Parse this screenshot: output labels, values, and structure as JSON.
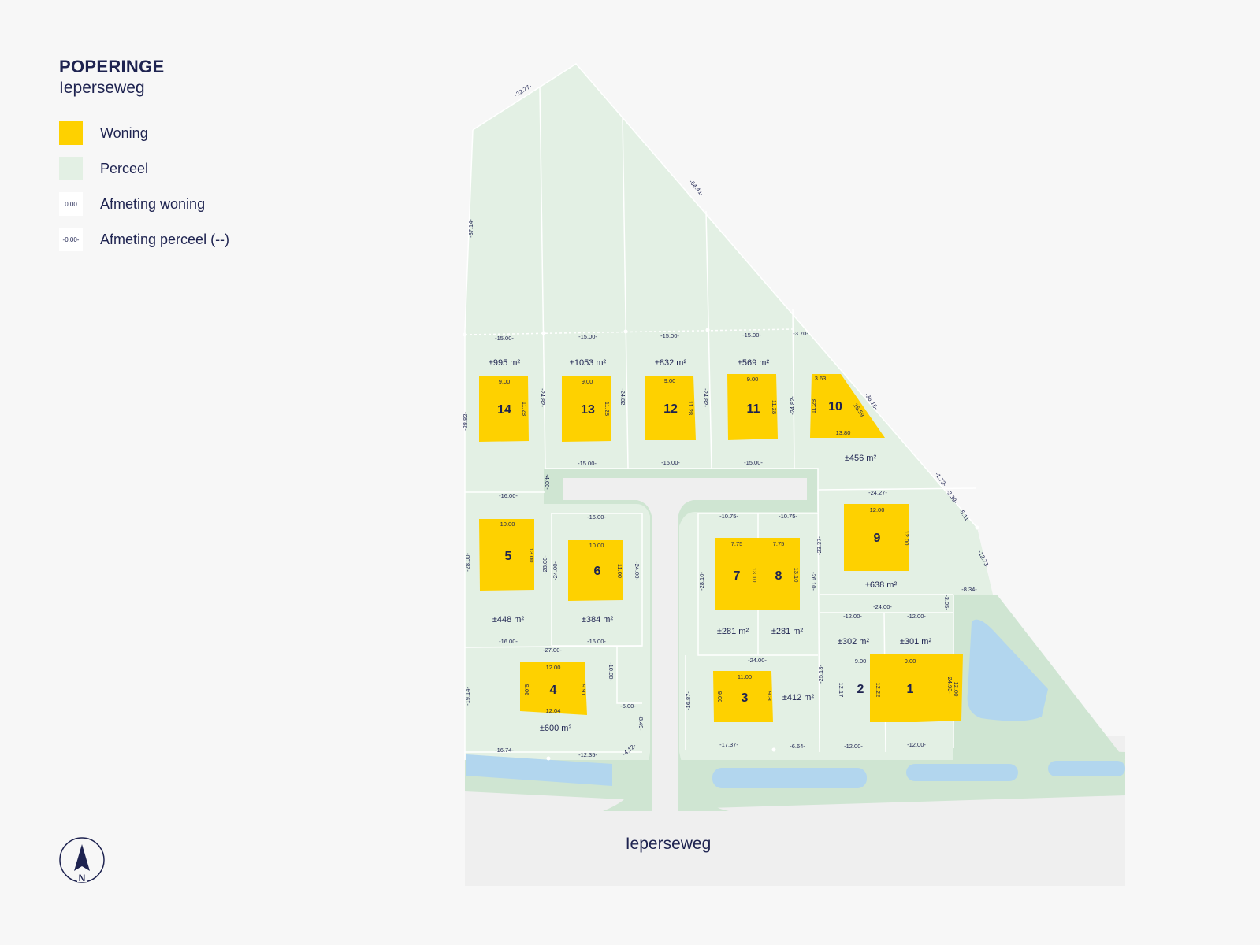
{
  "header": {
    "city": "POPERINGE",
    "street": "Ieperseweg"
  },
  "legend": [
    {
      "swatch": "woning",
      "sample": "",
      "label": "Woning"
    },
    {
      "swatch": "perceel",
      "sample": "",
      "label": "Perceel"
    },
    {
      "swatch": "dim",
      "sample": "0.00",
      "label": "Afmeting woning"
    },
    {
      "swatch": "dim",
      "sample": "-0.00-",
      "label": "Afmeting perceel (--)"
    }
  ],
  "road_name": "Ieperseweg",
  "compass": {
    "label": "N"
  },
  "colors": {
    "woning": "#fed100",
    "perceel": "#e3f0e4",
    "water": "#b2d6ee",
    "road": "#efefef",
    "verge": "#cfe5d2",
    "ink": "#1e2350"
  },
  "lots": [
    {
      "id": "1",
      "number": "1",
      "area": "±301 m²",
      "dims": [
        "9.00",
        "12.00",
        "12.22"
      ]
    },
    {
      "id": "2",
      "number": "2",
      "area": "±302 m²",
      "dims": [
        "9.00",
        "12.17"
      ]
    },
    {
      "id": "3",
      "number": "3",
      "area": "±412 m²",
      "dims": [
        "11.00",
        "9.30",
        "9.00"
      ]
    },
    {
      "id": "4",
      "number": "4",
      "area": "±600 m²",
      "dims": [
        "12.00",
        "12.04",
        "9.91",
        "9.06"
      ]
    },
    {
      "id": "5",
      "number": "5",
      "area": "±448 m²",
      "dims": [
        "10.00",
        "13.00"
      ]
    },
    {
      "id": "6",
      "number": "6",
      "area": "±384 m²",
      "dims": [
        "10.00",
        "11.00"
      ]
    },
    {
      "id": "7",
      "number": "7",
      "area": "±281 m²",
      "dims": [
        "7.75",
        "13.10"
      ]
    },
    {
      "id": "8",
      "number": "8",
      "area": "±281 m²",
      "dims": [
        "7.75",
        "13.10"
      ]
    },
    {
      "id": "9",
      "number": "9",
      "area": "±638 m²",
      "dims": [
        "12.00",
        "12.00"
      ]
    },
    {
      "id": "10",
      "number": "10",
      "area": "±456 m²",
      "dims": [
        "3.63",
        "11.28",
        "15.59",
        "13.80"
      ]
    },
    {
      "id": "11",
      "number": "11",
      "area": "±569 m²",
      "dims": [
        "9.00",
        "11.28"
      ]
    },
    {
      "id": "12",
      "number": "12",
      "area": "±832 m²",
      "dims": [
        "9.00",
        "11.28"
      ]
    },
    {
      "id": "13",
      "number": "13",
      "area": "±1053 m²",
      "dims": [
        "9.00",
        "11.28"
      ]
    },
    {
      "id": "14",
      "number": "14",
      "area": "±995 m²",
      "dims": [
        "9.00",
        "11.28"
      ]
    }
  ],
  "plot_dims": [
    "-22.77-",
    "-64.41-",
    "-37.14-",
    "-15.00-",
    "-15.00-",
    "-15.00-",
    "-15.00-",
    "-3.70-",
    "-28.82-",
    "-24.82-",
    "-24.82-",
    "-24.82-",
    "-24.82-",
    "-36.16-",
    "-15.00-",
    "-15.00-",
    "-15.00-",
    "-4.00-",
    "-16.00-",
    "-16.00-",
    "-28.00-",
    "-28.00-",
    "-24.00-",
    "-24.00-",
    "-16.00-",
    "-16.00-",
    "-27.00-",
    "-10.75-",
    "-10.75-",
    "-28.10-",
    "-26.10-",
    "-24.27-",
    "-23.37-",
    "-1.72-",
    "-3.39-",
    "-5.11-",
    "-12.73-",
    "-8.34-",
    "-3.05-",
    "-24.00-",
    "-12.00-",
    "-12.00-",
    "-24.00-",
    "-25.13-",
    "-24.93-",
    "-16.87-",
    "-12.00-",
    "-12.00-",
    "-17.37-",
    "-6.64-",
    "-19.14-",
    "-10.00-",
    "-5.00-",
    "-8.49-",
    "-4.12-",
    "-16.74-",
    "-12.35-"
  ]
}
